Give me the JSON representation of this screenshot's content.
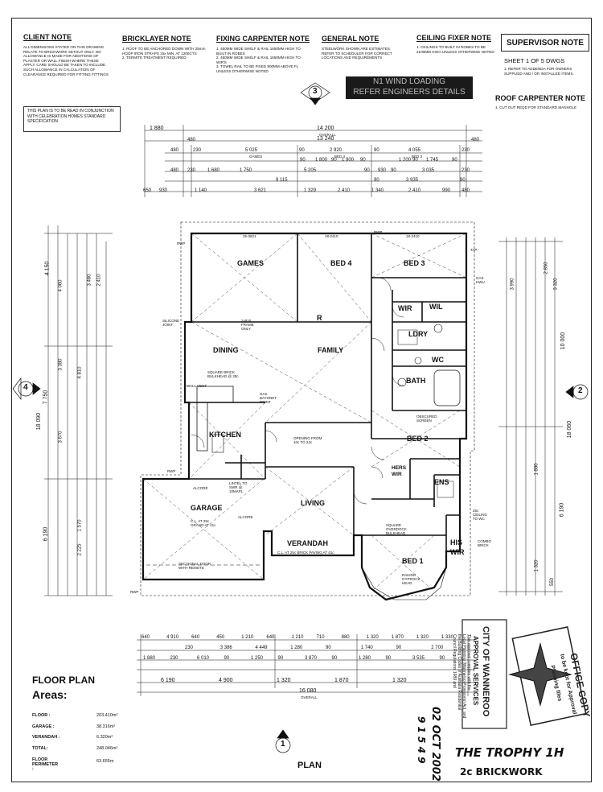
{
  "notes": {
    "client": {
      "title": "CLIENT NOTE",
      "text": "ALL DIMENSIONS STATED ON THIS DRAWING RELATE TO BRICKWORK SETOUT ONLY. NO ALLOWANCE IS MADE FOR ADDITIONS OF PLASTER OR WALL FINISH WHERE THESE APPLY. CARE SHOULD BE TAKEN TO INCLUDE SUCH ALLOWANCE IN CALCULATION OF CLEARANCE REQUIRED FOR FITTING FITTINGS"
    },
    "bricklayer": {
      "title": "BRICKLAYER NOTE",
      "text": "1. ROOF TO BE ANCHORED DOWN WITH 25mm HOOP IRON STRAPS 15x MIN. AT 1200CTS\n2. TERMITE TREATMENT REQUIRED"
    },
    "fixing": {
      "title": "FIXING CARPENTER NOTE",
      "text": "1. 450MM WIDE SHELF & RAIL 1650MM HIGH TO BUILT IN ROBES\n2. 450MM WIDE SHELF & RAIL 1650MM HIGH TO WIR'S\n3. TOWEL RAIL TO BE FIXED 900MM ABOVE FL UNLESS OTHERWISE NOTED"
    },
    "general": {
      "title": "GENERAL NOTE",
      "text": "STEELWORK SHOWN ARE ESTIMATES. REFER TO SCHEDULER FOR CORRECT LOCATIONS AND REQUIREMENTS"
    },
    "ceiling": {
      "title": "CEILING FIXER NOTE",
      "text": "1. CEILINGS TO BUILT IN ROBES TO BE 2100MM HIGH UNLESS OTHERWISE NOTED"
    },
    "supervisor": {
      "title": "SUPERVISOR NOTE",
      "sheet": "SHEET 1 OF 5 DWGS",
      "text": "1. REFER TO ADDENDA FOR OWNERS SUPPLIED AND / OR INSTALLED ITEMS."
    },
    "roof": {
      "title": "ROOF CARPENTER NOTE",
      "text": "1. CUT OUT REQD FOR STANDARD MANHOLE"
    }
  },
  "wind_box": {
    "line1": "N1 WIND LOADING",
    "line2": "REFER ENGINEERS DETAILS"
  },
  "celebration_box": "THIS PLAN IS TO BE READ IN CONJUNCTION WITH CELEBRATION HOMES STANDARD SPECIFICATION",
  "section_markers": [
    "3",
    "4",
    "2",
    "1"
  ],
  "top_dims": {
    "row1": [
      "1 880",
      "14 200",
      "480"
    ],
    "row1_sub": "OVERALL",
    "row2": [
      "480",
      "13 240",
      "480"
    ],
    "row3": [
      "480",
      "230",
      "5 025",
      "90",
      "2 920",
      "90",
      "4 055",
      "230"
    ],
    "row3_sub": [
      "GAMES",
      "BED 4",
      "BED 3"
    ],
    "row4": [
      "90",
      "1 800",
      "90",
      "1 900",
      "90",
      "1 200",
      "90",
      "1 745",
      "90"
    ],
    "row5": [
      "480",
      "230",
      "1 680",
      "1 750",
      "5 205",
      "90",
      "930",
      "90",
      "3 035",
      "230"
    ],
    "row6": [
      "9 115",
      "90",
      "3 935",
      "90"
    ],
    "row7": [
      "650",
      "930",
      "1 140",
      "3 621",
      "1 329",
      "2 410",
      "1 340",
      "2 410",
      "990",
      "480"
    ]
  },
  "rooms": [
    "GAMES",
    "BED 4",
    "BED 3",
    "WIR",
    "WIL",
    "LDRY",
    "DINING",
    "FAMILY",
    "WC",
    "BATH",
    "KITCHEN",
    "BED 2",
    "HERS WIR",
    "ENS",
    "GARAGE",
    "LIVING",
    "VERANDAH",
    "HIS WIR",
    "BED 1",
    "R"
  ],
  "plan_notes": {
    "games_bulk": "25-3621",
    "bed4": "18-2410",
    "bed3": "18-2410",
    "wind1": "2x920 FRAME ONLY",
    "dining_bulk": "SQUARE BRICK BULKHEAD @ 28c",
    "gas_bayonet": "GAS BAYONET POINT",
    "opening": "OPENING FROM 10c TO 24c",
    "garage_cl": "C.L. AT 25c GRANO AT 41c",
    "sectional": "SECTIONAL DOOR WITH REMOTE",
    "lintel": "LINTEL TO SWR @ 10MAPL",
    "verandah_cl": "C.L. AT 25c BRICK PAVING AT 41c",
    "sq_overdock": "SQUARE OVERDOCK BULKHEAD",
    "raking": "RAKING GYPROCK HEAD",
    "obscured": "OBSCURED SCREEN",
    "combo": "COMBO BRICK",
    "ceiling_wc": "25c CEILING TO WC",
    "siliconejoint": "SILICONE JOINT",
    "tap": "TAP",
    "gas": "GAS HWU",
    "rwp": "RWP",
    "wall_vent": "WALL VENT",
    "alcore": "ALCORE"
  },
  "left_dims": [
    "4 150",
    "4 060",
    "3 460",
    "2 410",
    "3 380",
    "4 810",
    "7 750",
    "18 090",
    "3 670",
    "6 190",
    "2 225",
    "1 570"
  ],
  "right_dims": [
    "3 990",
    "2 850",
    "3 320",
    "10 000",
    "18 060",
    "6 190",
    "1 880",
    "1 320",
    "550"
  ],
  "bottom_dims": {
    "row1": [
      "640",
      "4 910",
      "640",
      "450",
      "1 210",
      "640",
      "1 210",
      "710",
      "880",
      "1 320",
      "1 870",
      "1 320",
      "1 330"
    ],
    "row2": [
      "230",
      "3 386",
      "4 449",
      "1 280",
      "90",
      "1 740",
      "90",
      "2 700"
    ],
    "row3": [
      "1 880",
      "230",
      "6 010",
      "90",
      "1 250",
      "90",
      "3 870",
      "90",
      "1 280",
      "90",
      "3 535",
      "90"
    ],
    "row4": [
      "6 190",
      "4 900",
      "1 320",
      "1 870",
      "1 320"
    ],
    "row5": "16 080",
    "row5_sub": "OVERALL"
  },
  "floor_plan": {
    "title": "FLOOR PLAN",
    "areas_title": "Areas:",
    "rows": [
      {
        "label": "FLOOR :",
        "value": "203.410m²"
      },
      {
        "label": "GARAGE :",
        "value": "38.316m²"
      },
      {
        "label": "VERANDAH :",
        "value": "6.320m²"
      },
      {
        "label": "TOTAL:",
        "value": "248.046m²"
      },
      {
        "label": "FLOOR PERIMETER :",
        "value": "63.655m"
      }
    ]
  },
  "plan_label": "PLAN",
  "stamp": {
    "city": "CITY OF WANNEROO",
    "approval": "APPROVAL SERVICES",
    "office": "OFFICE COPY",
    "date": "02 OCT 2002",
    "number": "9 1 5 4 9",
    "not_for": "to be kept for Approval",
    "files": "Planning files",
    "fine1": "This approval complies with the",
    "fine2": "Local Planning (Wanneroo Provisions) Act, and",
    "fine3": "the Building Codes of Australia Residential",
    "fine4": "Council Regulations 1989 and"
  },
  "handwriting": {
    "title": "THE TROPHY 1H",
    "sub": "2c BRICKWORK"
  }
}
